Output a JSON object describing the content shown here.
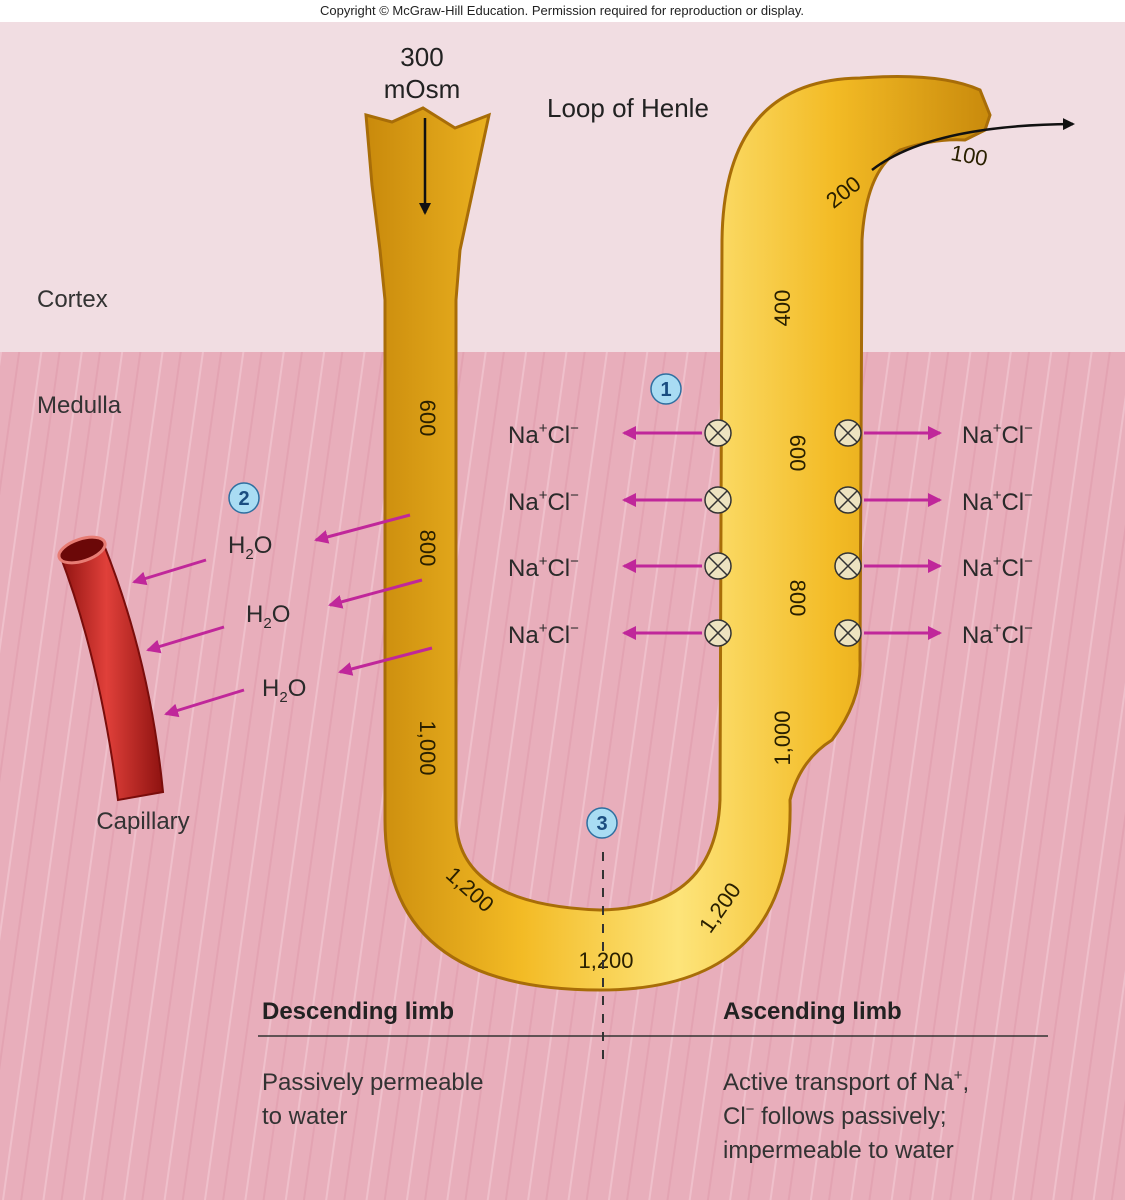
{
  "copyright": "Copyright © McGraw-Hill Education. Permission required for reproduction or display.",
  "title": "Loop of Henle",
  "input_label_line1": "300",
  "input_label_line2": "mOsm",
  "output_value": "100",
  "regions": {
    "cortex": "Cortex",
    "medulla": "Medulla"
  },
  "capillary_label": "Capillary",
  "descending_values": [
    "600",
    "800",
    "1,000",
    "1,200"
  ],
  "bottom_value": "1,200",
  "ascending_values": [
    "200",
    "400",
    "600",
    "800",
    "1,000",
    "1,200"
  ],
  "ions": {
    "na": "Na",
    "cl": "Cl",
    "plus": "+",
    "minus": "−"
  },
  "water": {
    "h": "H",
    "sub": "2",
    "o": "O"
  },
  "steps": [
    "1",
    "2",
    "3"
  ],
  "descending": {
    "heading": "Descending limb",
    "line1": "Passively permeable",
    "line2": "to water"
  },
  "ascending": {
    "heading": "Ascending limb",
    "line1_prefix": "Active transport of Na",
    "line1_sup": "+",
    "line1_suffix": ",",
    "line2_prefix": "Cl",
    "line2_sup": "−",
    "line2_suffix": " follows passively;",
    "line3": "impermeable to water"
  },
  "colors": {
    "cortex": "#f1dde2",
    "medulla": "#e8aebb",
    "tube": "#f5c531",
    "tube_dark": "#c98a0c",
    "capillary": "#c8201c",
    "arrow": "#c0279a",
    "step_fill": "#a9dcf3"
  }
}
